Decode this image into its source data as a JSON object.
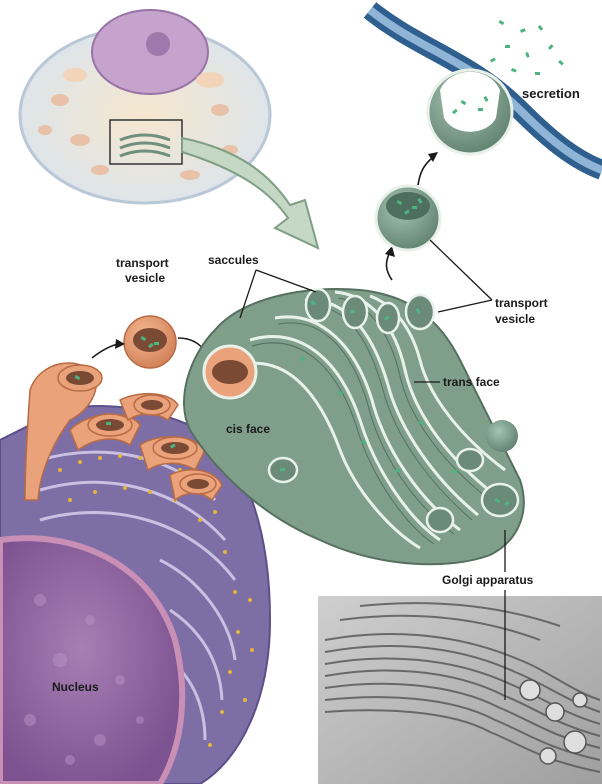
{
  "labels": {
    "secretion": "secretion",
    "transport_vesicle_left_line1": "transport",
    "transport_vesicle_left_line2": "vesicle",
    "saccules": "saccules",
    "transport_vesicle_right_line1": "transport",
    "transport_vesicle_right_line2": "vesicle",
    "trans_face": "trans face",
    "cis_face": "cis face",
    "golgi_apparatus": "Golgi apparatus",
    "nucleus": "Nucleus"
  },
  "colors": {
    "golgi": "#7f9f8a",
    "golgi_dark": "#55705f",
    "golgi_rim": "#e9f2ea",
    "er": "#e9a27a",
    "er_dark": "#c87650",
    "nucleus": "#9b6fa8",
    "nucleus_env": "#6f6aa8",
    "membrane": "#3d6f9e",
    "cargo": "#4fb381",
    "ribosome": "#e6b43a",
    "micrograph": "#b9b9b9"
  }
}
